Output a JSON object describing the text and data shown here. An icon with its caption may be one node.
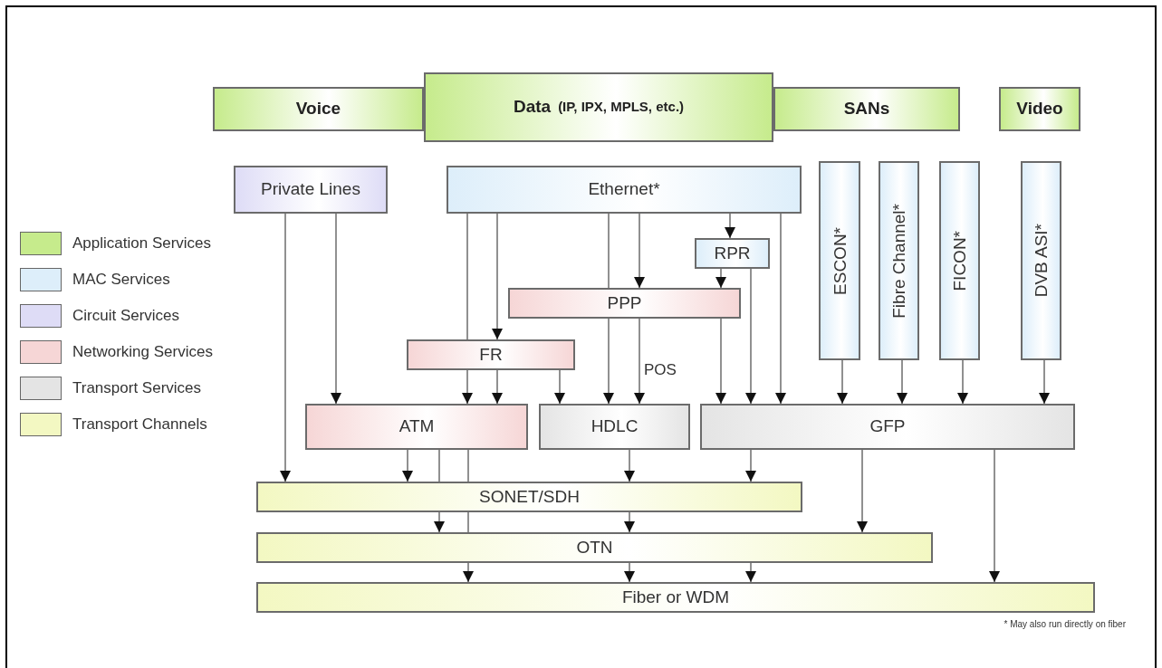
{
  "diagram": {
    "nodes": [
      {
        "text": [
          "Voice"
        ]
      },
      {
        "text": [
          "Data",
          "(IP, IPX, MPLS, etc.)"
        ]
      },
      {
        "text": [
          "SANs"
        ]
      },
      {
        "text": [
          "Video"
        ]
      },
      {
        "text": [
          "Private Lines"
        ]
      },
      {
        "text": [
          "Ethernet*"
        ]
      },
      {
        "text": [
          "ESCON*"
        ]
      },
      {
        "text": [
          "Fibre Channel*"
        ]
      },
      {
        "text": [
          "FICON*"
        ]
      },
      {
        "text": [
          "DVB ASI*"
        ]
      },
      {
        "text": [
          "RPR"
        ]
      },
      {
        "text": [
          "PPP"
        ]
      },
      {
        "text": [
          "FR"
        ]
      },
      {
        "text": [
          "ATM"
        ]
      },
      {
        "text": [
          "HDLC"
        ]
      },
      {
        "text": [
          "GFP"
        ]
      },
      {
        "text": [
          "SONET/SDH"
        ]
      },
      {
        "text": [
          "OTN"
        ]
      },
      {
        "text": [
          "Fiber or WDM"
        ]
      }
    ],
    "edges": [
      {
        "from": 4,
        "to": 16,
        "arrow": "to"
      },
      {
        "from": 4,
        "to": 13,
        "arrow": "to"
      },
      {
        "from": 5,
        "to": 12,
        "arrow": "none"
      },
      {
        "from": 5,
        "to": 12,
        "arrow": "to"
      },
      {
        "from": 5,
        "to": 11,
        "arrow": "none"
      },
      {
        "from": 5,
        "to": 11,
        "arrow": "to"
      },
      {
        "from": 5,
        "to": 10,
        "arrow": "to"
      },
      {
        "from": 5,
        "to": 15,
        "arrow": "to"
      },
      {
        "from": 10,
        "to": 11,
        "arrow": "to"
      },
      {
        "from": 10,
        "to": 15,
        "arrow": "to"
      },
      {
        "from": 12,
        "to": 13,
        "arrow": "to"
      },
      {
        "from": 12,
        "to": 14,
        "arrow": "to"
      },
      {
        "from": 11,
        "to": 14,
        "arrow": "to",
        "label": "POS"
      },
      {
        "from": 11,
        "to": 15,
        "arrow": "to"
      },
      {
        "from": 6,
        "to": 15,
        "arrow": "to"
      },
      {
        "from": 7,
        "to": 15,
        "arrow": "to"
      },
      {
        "from": 8,
        "to": 15,
        "arrow": "to"
      },
      {
        "from": 9,
        "to": 15,
        "arrow": "to"
      },
      {
        "from": 13,
        "to": 16,
        "arrow": "to"
      },
      {
        "from": 13,
        "to": 16,
        "arrow": "none"
      },
      {
        "from": 13,
        "to": 16,
        "arrow": "none"
      },
      {
        "from": 14,
        "to": 16,
        "arrow": "to"
      },
      {
        "from": 15,
        "to": 16,
        "arrow": "to"
      },
      {
        "from": 15,
        "to": 17,
        "arrow": "to"
      },
      {
        "from": 15,
        "to": 18,
        "arrow": "to"
      },
      {
        "from": 16,
        "to": 17,
        "arrow": "to"
      },
      {
        "from": 17,
        "to": 18,
        "arrow": "to"
      },
      {
        "from": 17,
        "to": 18,
        "arrow": "to"
      },
      {
        "from": 12,
        "to": 13,
        "arrow": "to"
      },
      {
        "from": 11,
        "to": 14,
        "arrow": "to"
      },
      {
        "from": 16,
        "to": 17,
        "arrow": "to"
      },
      {
        "from": 16,
        "to": 17,
        "arrow": "none"
      },
      {
        "from": 17,
        "to": 18,
        "arrow": "to"
      }
    ],
    "labels": [
      "* May also run directly on fiber"
    ],
    "legend": [
      {
        "text": "Application Services",
        "color": "#c6eb8c"
      },
      {
        "text": "MAC Services",
        "color": "#ddeefa"
      },
      {
        "text": "Circuit Services",
        "color": "#dedcf6"
      },
      {
        "text": "Networking Services",
        "color": "#f6d6d6"
      },
      {
        "text": "Transport Services",
        "color": "#e4e4e4"
      },
      {
        "text": "Transport Channels",
        "color": "#f3f8c2"
      }
    ]
  }
}
